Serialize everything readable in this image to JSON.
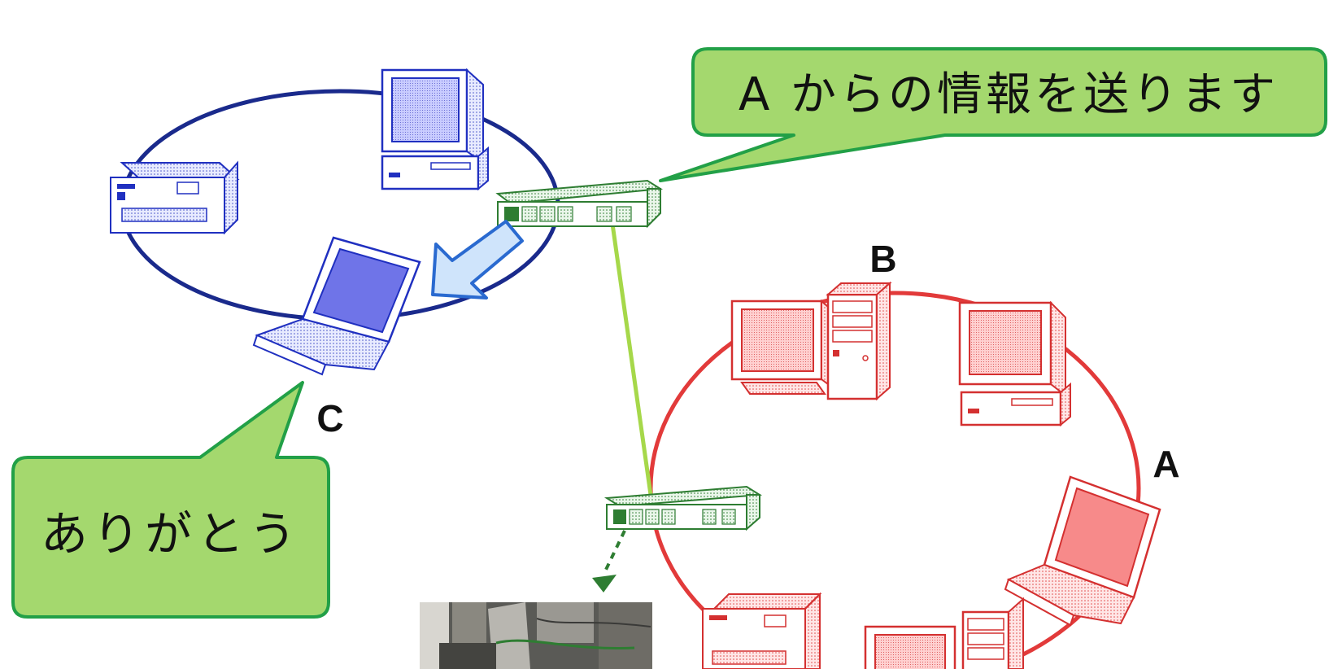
{
  "callouts": {
    "send": "A からの情報を送ります",
    "thanks": "ありがとう"
  },
  "nodes": {
    "a": "A",
    "b": "B",
    "c": "C"
  },
  "colors": {
    "blue_network": "#1a2a8c",
    "red_network": "#e23a3a",
    "switch_green": "#2e7d32",
    "uplink": "#a6d84a",
    "bubble_fill": "#a4d86e",
    "bubble_stroke": "#22a047",
    "arrow_fill": "#cfe4fb",
    "arrow_stroke": "#2a6ad0"
  }
}
